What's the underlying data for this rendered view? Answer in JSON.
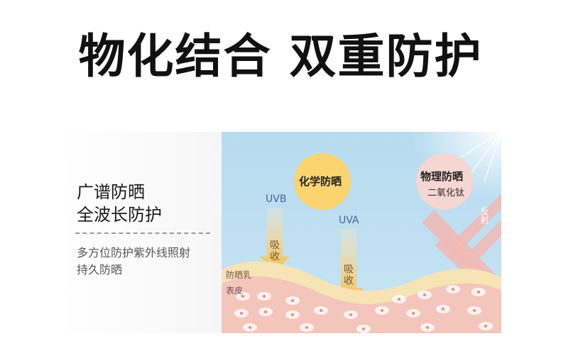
{
  "headline": "物化结合 双重防护",
  "left_panel": {
    "line1": "广谱防晒",
    "line2": "全波长防护",
    "desc1": "多方位防护紫外线照射",
    "desc2": "持久防晒"
  },
  "diagram": {
    "chemical_circle": "化学防晒",
    "physical_circle": "物理防晒",
    "physical_sub": "二氧化钛",
    "uvb_label": "UVB",
    "uva_label": "UVA",
    "absorb_1": "吸收",
    "absorb_2": "吸收",
    "reflect_label": "反射",
    "layer_sunscreen": "防晒乳",
    "layer_skin": "表皮"
  },
  "colors": {
    "sky": "#b9dcef",
    "chemical_circle": "#fbd574",
    "physical_circle": "#f6d5cf",
    "absorb_arrow": "#f5d59a",
    "sunscreen_layer": "#f6e4b8",
    "skin_layer": "#f3c6bd"
  }
}
